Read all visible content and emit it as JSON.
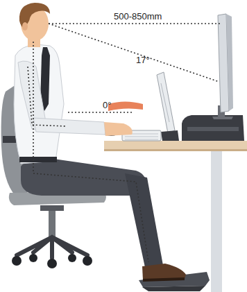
{
  "diagram": {
    "labels": [
      "500-850mm",
      "17°",
      "0°"
    ]
  }
}
